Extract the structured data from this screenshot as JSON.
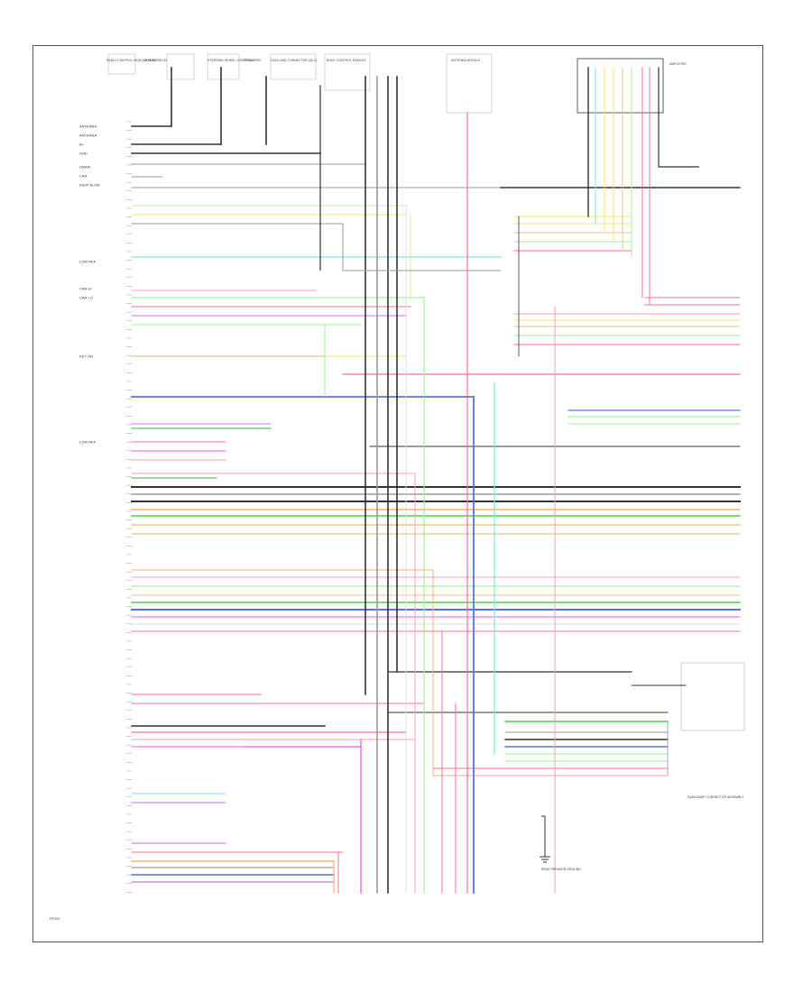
{
  "header_blocks": [
    {
      "label": "RADIO CONTROL\nMODULE\nFUSE/RELAY"
    },
    {
      "label": "SHIELD"
    },
    {
      "label": "STEERING\nWHEEL\nCONTROLS"
    },
    {
      "label": "SPEAKERS"
    },
    {
      "label": "DATA LINK\nCONNECTOR\n(DLC)"
    },
    {
      "label": "BODY CONTROL\nMODULE"
    },
    {
      "label": "ANTENNA\nMODULE"
    },
    {
      "label": "AMPLIFIER"
    }
  ],
  "left_labels": [
    "ANTENNA",
    "ANTENNA",
    "B+",
    "GND",
    "DRAIN",
    "CAN",
    "KEEP ALIVE",
    "",
    "LOW REF",
    "CAN HI",
    "CAN LO",
    "",
    "",
    "KEY ON",
    "",
    "",
    "LOW REF",
    "",
    "",
    "",
    "",
    "",
    "",
    "",
    "",
    "",
    "",
    "",
    "",
    "",
    "",
    "",
    "",
    "",
    "",
    "",
    "",
    "",
    "",
    "",
    "",
    "",
    "",
    "",
    "",
    "",
    "",
    "",
    "",
    "",
    "",
    "",
    "",
    "",
    "",
    "",
    "",
    "",
    "",
    "",
    "",
    "",
    "",
    "",
    "",
    "",
    ""
  ],
  "right_block_label": "RADIO/AMP\nCONNECTOR\nASSEMBLY",
  "corner_label": "FRONT",
  "bottom_notes": [
    "REAR\nSPEAKER\nGROUND"
  ],
  "diagram_colors": {
    "black": "#333333",
    "gray": "#9a9a9a",
    "red": "#ff6f86",
    "pink": "#ff9fb0",
    "yellow": "#f4e56a",
    "tan": "#e8c58c",
    "cyan": "#7ee6e0",
    "ltgreen": "#9ff29a",
    "green": "#4ccf4c",
    "blue": "#5a6ef0",
    "violet": "#d06ff0",
    "magenta": "#ff52ff",
    "orange": "#f0b46a",
    "brown": "#b9956c",
    "white": "#dddddd"
  }
}
